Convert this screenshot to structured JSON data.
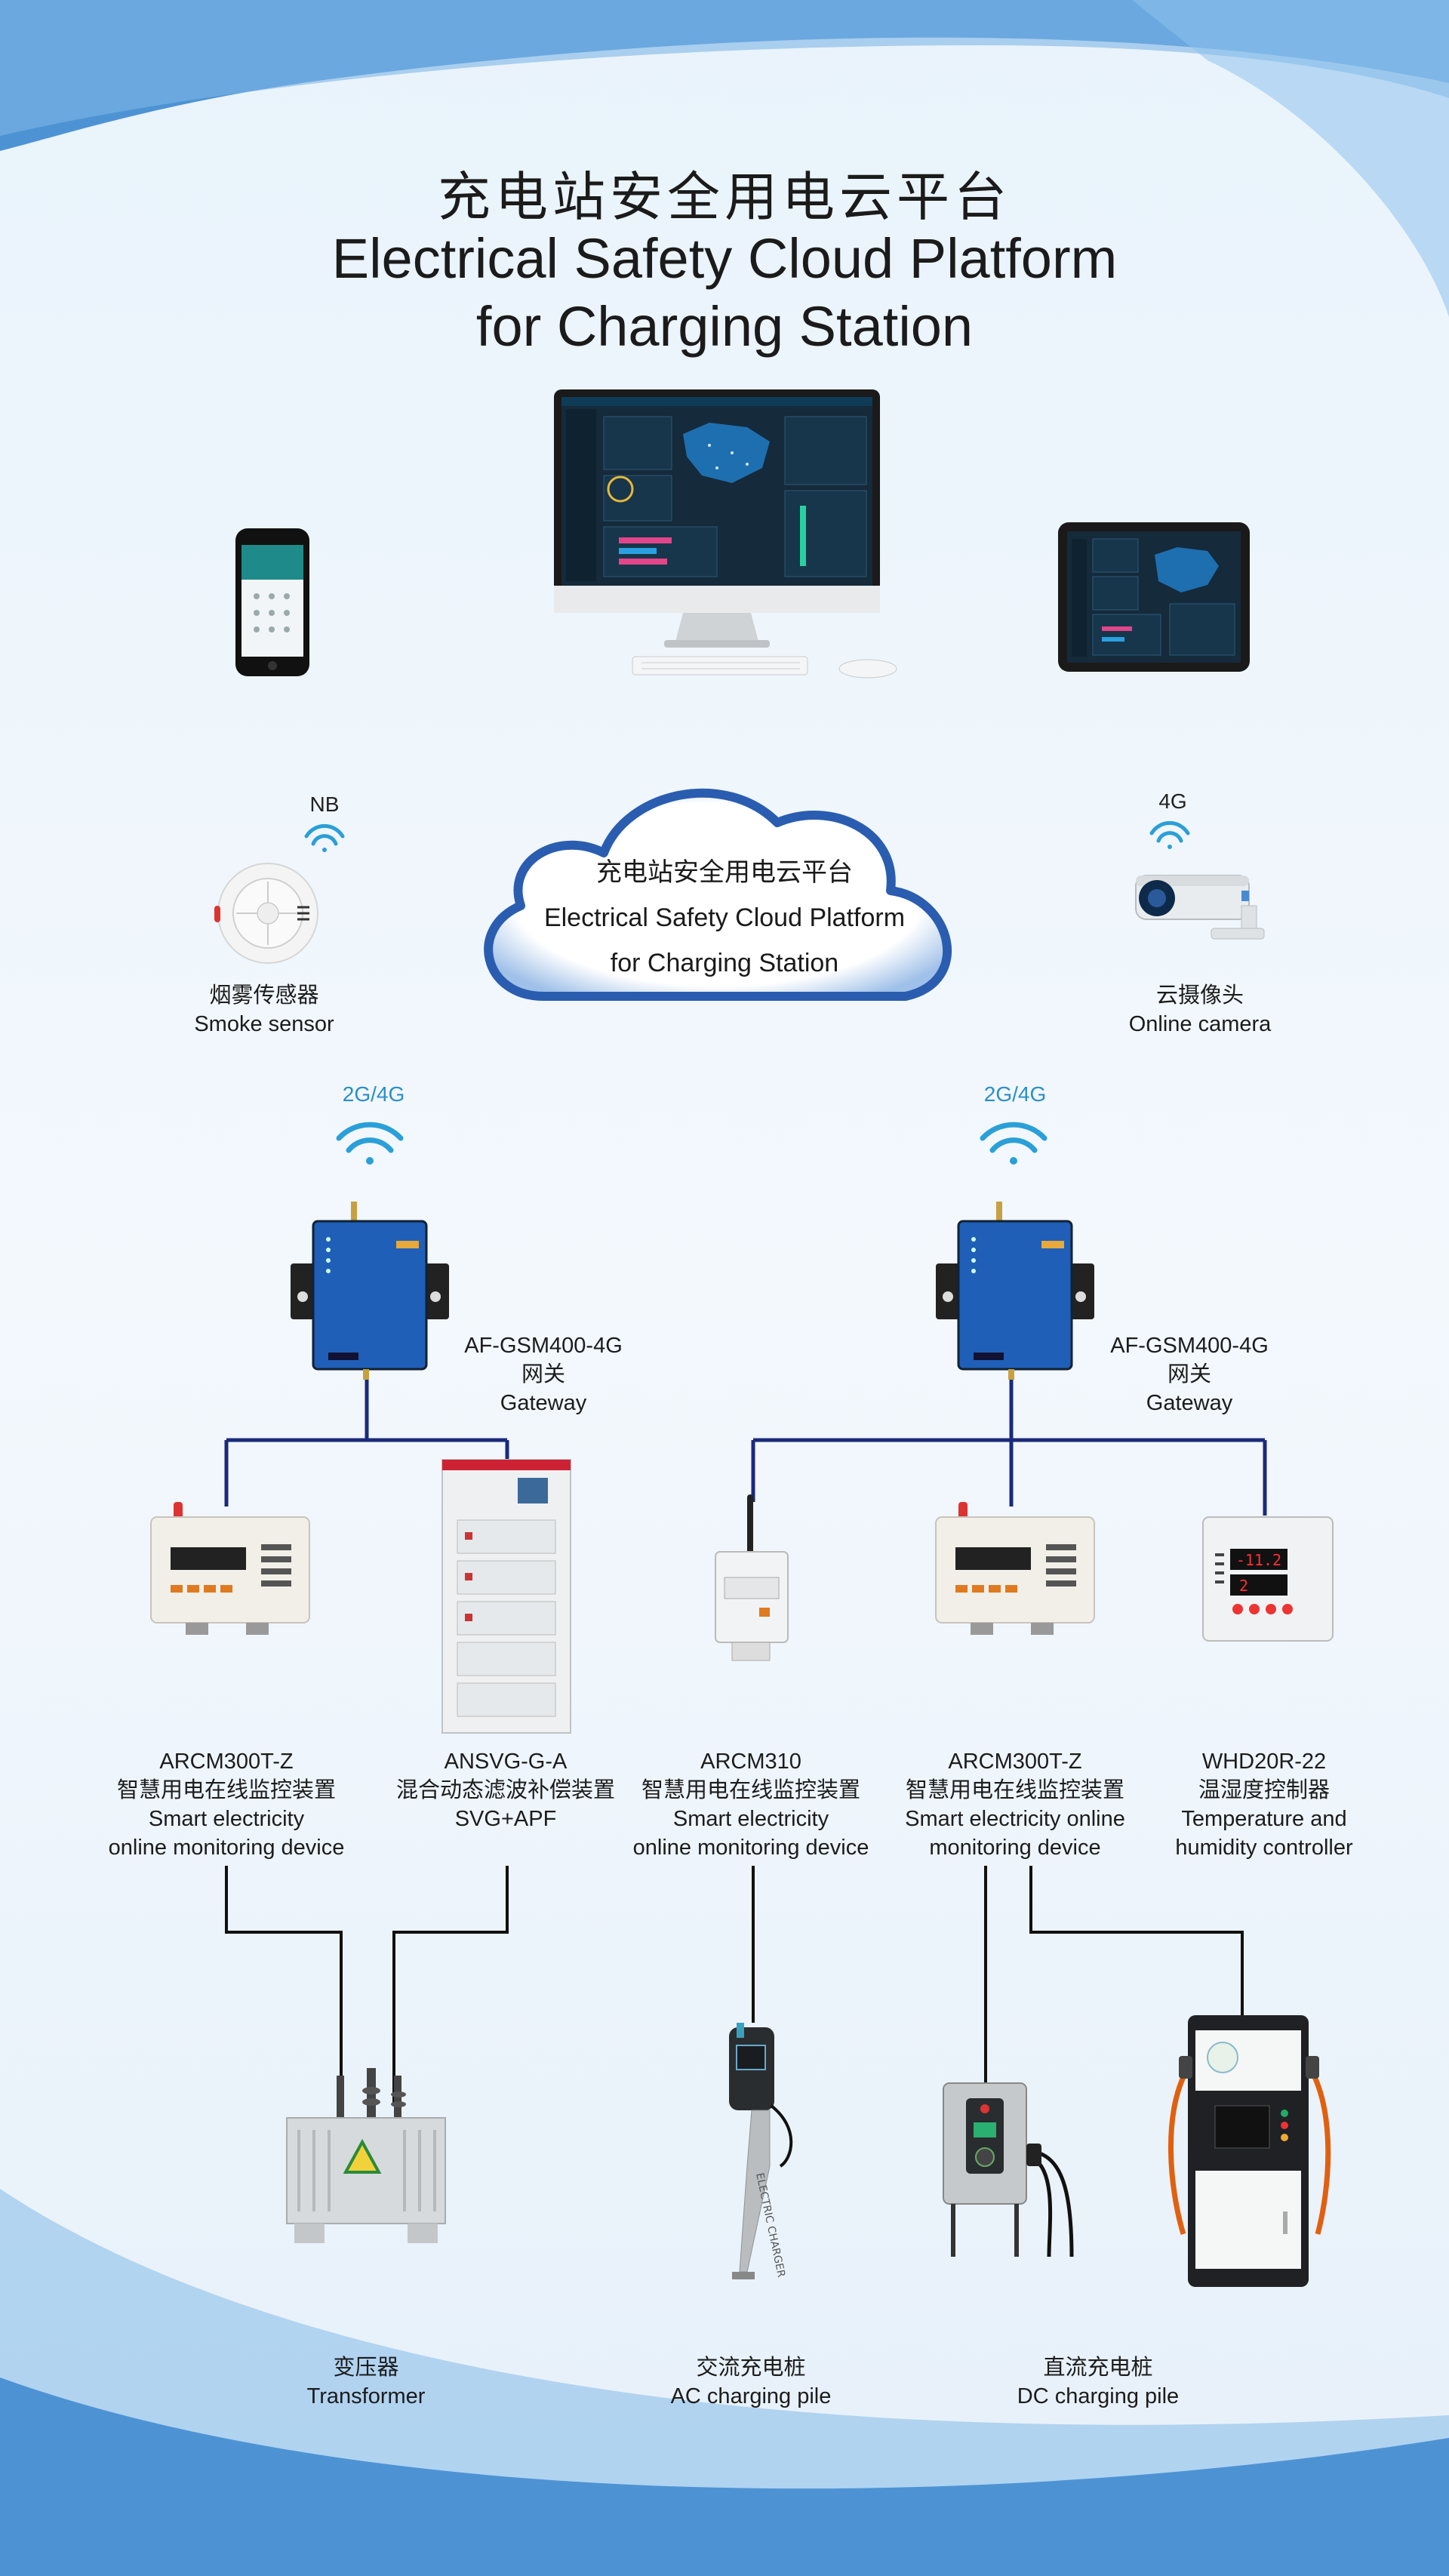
{
  "title": {
    "cn": "充电站安全用电云平台",
    "en_line1": "Electrical Safety Cloud Platform",
    "en_line2": "for Charging Station"
  },
  "cloud": {
    "cn": "充电站安全用电云平台",
    "en_line1": "Electrical Safety Cloud Platform",
    "en_line2": "for Charging Station"
  },
  "sensors": {
    "smoke": {
      "signal": "NB",
      "cn": "烟雾传感器",
      "en": "Smoke sensor"
    },
    "camera": {
      "signal": "4G",
      "cn": "云摄像头",
      "en": "Online camera"
    }
  },
  "gateways": [
    {
      "signal": "2G/4G",
      "model": "AF-GSM400-4G",
      "cn": "网关",
      "en": "Gateway"
    },
    {
      "signal": "2G/4G",
      "model": "AF-GSM400-4G",
      "cn": "网关",
      "en": "Gateway"
    }
  ],
  "devices": [
    {
      "model": "ARCM300T-Z",
      "cn": "智慧用电在线监控装置",
      "en1": "Smart electricity",
      "en2": "online monitoring device"
    },
    {
      "model": "ANSVG-G-A",
      "cn": "混合动态滤波补偿装置",
      "en1": "SVG+APF",
      "en2": ""
    },
    {
      "model": "ARCM310",
      "cn": "智慧用电在线监控装置",
      "en1": "Smart electricity",
      "en2": "online monitoring device"
    },
    {
      "model": "ARCM300T-Z",
      "cn": "智慧用电在线监控装置",
      "en1": "Smart electricity online",
      "en2": "monitoring device"
    },
    {
      "model": "WHD20R-22",
      "cn": "温湿度控制器",
      "en1": "Temperature and",
      "en2": "humidity controller"
    }
  ],
  "endpoints": [
    {
      "cn": "变压器",
      "en": "Transformer"
    },
    {
      "cn": "交流充电桩",
      "en": "AC charging pile"
    },
    {
      "cn": "直流充电桩",
      "en": "DC charging pile"
    }
  ],
  "device_screens": {
    "whd_top": "-11.2",
    "whd_bottom": "2"
  },
  "ac_pile_text": "ELECTRIC CHARGER",
  "colors": {
    "line": "#1a2a7a",
    "wifi": "#2a9fd8",
    "cloud_border": "#2a5db0",
    "accent": "#e06010"
  }
}
